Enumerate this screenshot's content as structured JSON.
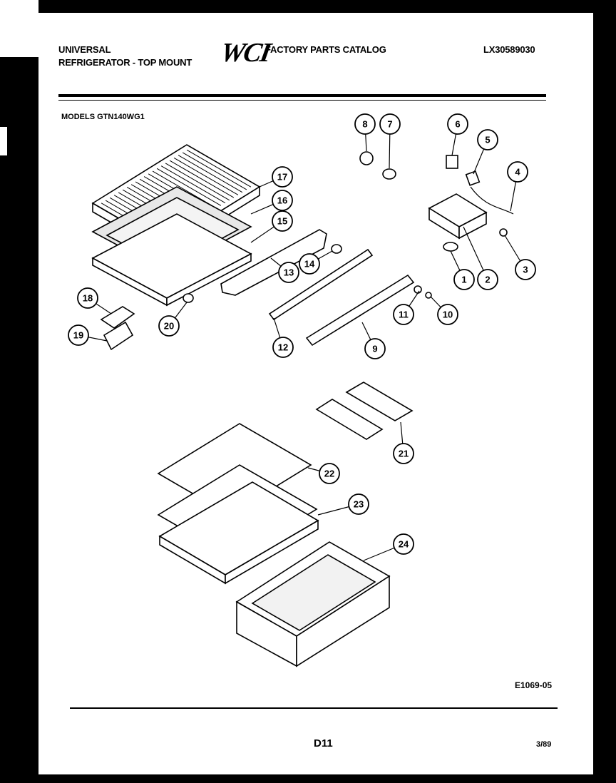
{
  "header": {
    "brand_line1": "UNIVERSAL",
    "brand_line2": "REFRIGERATOR - TOP MOUNT",
    "logo_text": "WCI",
    "catalog_title": "FACTORY PARTS CATALOG",
    "catalog_number": "LX30589030"
  },
  "models_label": "MODELS GTN140WG1",
  "diagram_code": "E1069-05",
  "page_code": "D11",
  "revision_date": "3/89",
  "callouts": [
    "1",
    "2",
    "3",
    "4",
    "5",
    "6",
    "7",
    "8",
    "9",
    "10",
    "11",
    "12",
    "13",
    "14",
    "15",
    "16",
    "17",
    "18",
    "19",
    "20",
    "21",
    "22",
    "23",
    "24"
  ]
}
